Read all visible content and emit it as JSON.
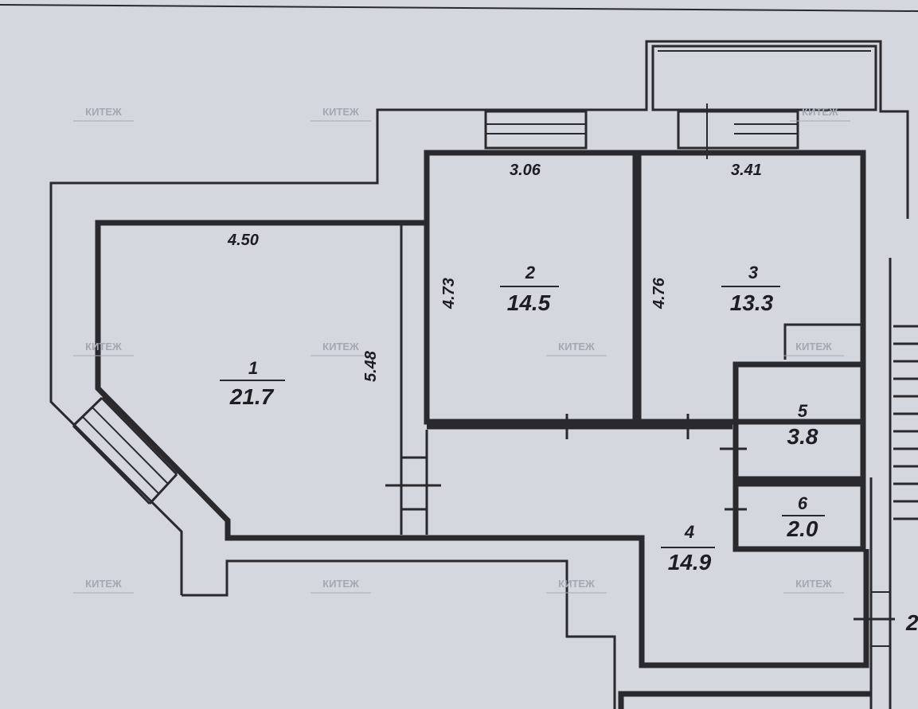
{
  "rooms": [
    {
      "number": "1",
      "area": "21.7"
    },
    {
      "number": "2",
      "area": "14.5"
    },
    {
      "number": "3",
      "area": "13.3"
    },
    {
      "number": "4",
      "area": "14.9"
    },
    {
      "number": "5",
      "area": "3.8"
    },
    {
      "number": "6",
      "area": "2.0"
    }
  ],
  "dimensions": {
    "room1_width": "4.50",
    "room1_depth": "5.48",
    "room2_width": "3.06",
    "room2_depth": "4.73",
    "room3_width": "3.41",
    "room3_depth": "4.76"
  },
  "edge_fragment": "2",
  "watermark": "КИТЕЖ"
}
